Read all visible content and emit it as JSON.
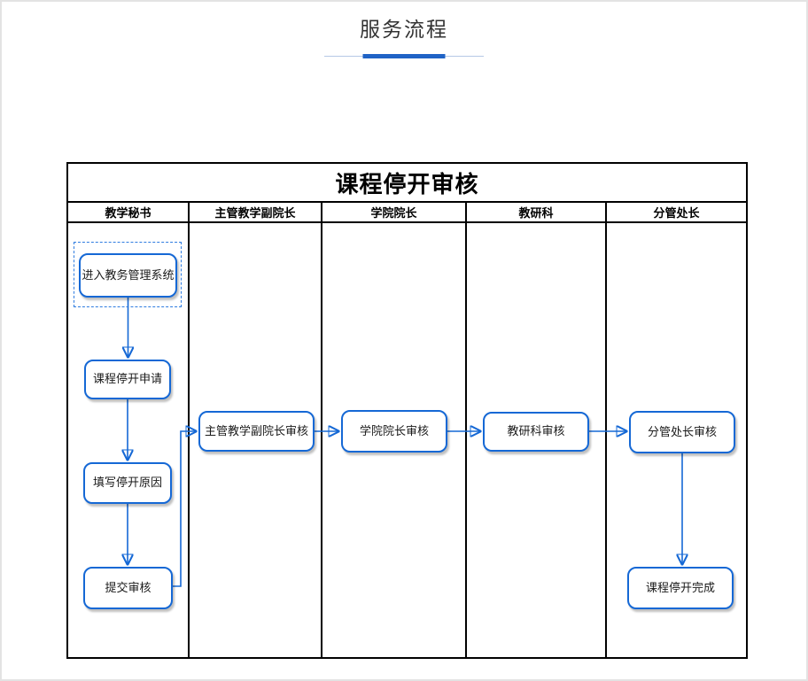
{
  "header": {
    "title": "服务流程"
  },
  "diagram": {
    "title": "课程停开审核",
    "lanes": [
      {
        "label": "教学秘书"
      },
      {
        "label": "主管教学副院长"
      },
      {
        "label": "学院院长"
      },
      {
        "label": "教研科"
      },
      {
        "label": "分管处长"
      }
    ],
    "nodes": [
      {
        "id": "enter-system",
        "label": "进入教务管理系统",
        "lane": 0,
        "start": true
      },
      {
        "id": "apply",
        "label": "课程停开申请",
        "lane": 0
      },
      {
        "id": "fill-reason",
        "label": "填写停开原因",
        "lane": 0
      },
      {
        "id": "submit",
        "label": "提交审核",
        "lane": 0
      },
      {
        "id": "vice-dean-review",
        "label": "主管教学副院长审核",
        "lane": 1
      },
      {
        "id": "dean-review",
        "label": "学院院长审核",
        "lane": 2
      },
      {
        "id": "research-section-review",
        "label": "教研科审核",
        "lane": 3
      },
      {
        "id": "division-chief-review",
        "label": "分管处长审核",
        "lane": 4
      },
      {
        "id": "complete",
        "label": "课程停开完成",
        "lane": 4
      }
    ],
    "edges": [
      {
        "from": "enter-system",
        "to": "apply"
      },
      {
        "from": "apply",
        "to": "fill-reason"
      },
      {
        "from": "fill-reason",
        "to": "submit"
      },
      {
        "from": "submit",
        "to": "vice-dean-review"
      },
      {
        "from": "vice-dean-review",
        "to": "dean-review"
      },
      {
        "from": "dean-review",
        "to": "research-section-review"
      },
      {
        "from": "research-section-review",
        "to": "division-chief-review"
      },
      {
        "from": "division-chief-review",
        "to": "complete"
      }
    ],
    "colors": {
      "node_border": "#1568d5",
      "connector": "#1568d5",
      "lane_border": "#000000",
      "underline_bar": "#2063c6",
      "underline_line": "#b6c9e6"
    }
  }
}
